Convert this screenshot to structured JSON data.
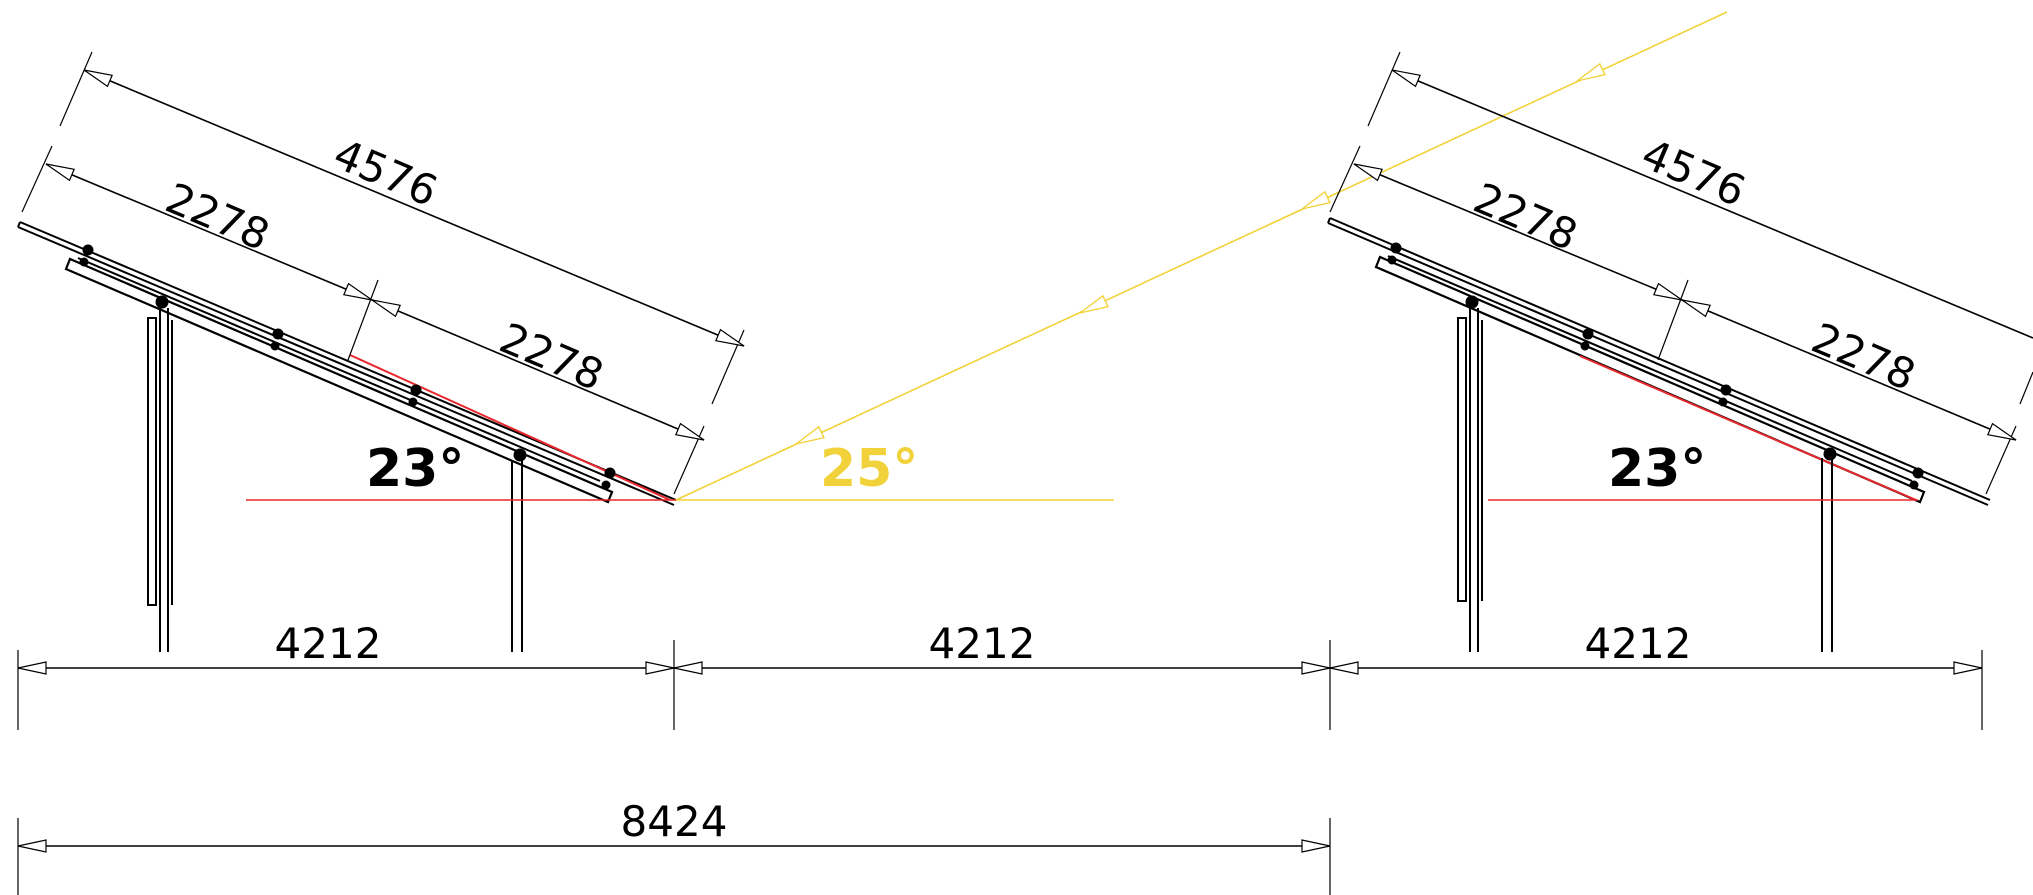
{
  "drawing": {
    "colors": {
      "line": "#000000",
      "angle_reference": "#e8262b",
      "sun_ray": "#f2d23a",
      "background": "#ffffff"
    },
    "row_1": {
      "panel_length": "4576",
      "module_upper": "2278",
      "module_lower": "2278",
      "tilt_angle": "23°"
    },
    "row_2": {
      "panel_length": "4576",
      "module_upper": "2278",
      "module_lower": "2278",
      "tilt_angle": "23°"
    },
    "sun_angle": "25°",
    "row_spacing": [
      "4212",
      "4212",
      "4212"
    ],
    "total_length": "8424"
  }
}
